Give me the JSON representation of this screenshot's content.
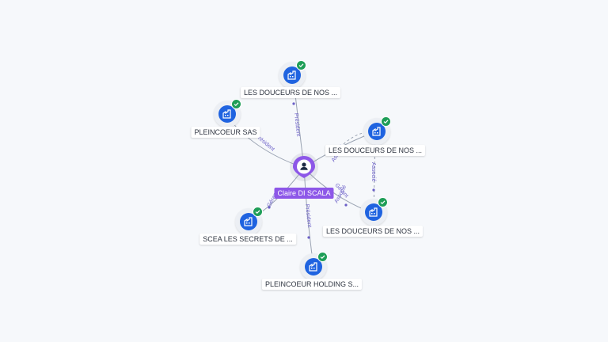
{
  "center": {
    "name": "Claire DI SCALA",
    "icon": "person-icon",
    "color": "#8d57e8"
  },
  "companies": [
    {
      "id": "c1",
      "label": "LES DOUCEURS DE NOS ...",
      "icon": "company-icon",
      "verified": true
    },
    {
      "id": "c2",
      "label": "PLEINCOEUR SAS",
      "icon": "company-icon",
      "verified": true
    },
    {
      "id": "c3",
      "label": "LES DOUCEURS DE NOS ...",
      "icon": "company-icon",
      "verified": true
    },
    {
      "id": "c4",
      "label": "SCEA LES SECRETS DE ...",
      "icon": "company-icon",
      "verified": true
    },
    {
      "id": "c5",
      "label": "LES DOUCEURS DE NOS ...",
      "icon": "company-icon",
      "verified": true
    },
    {
      "id": "c6",
      "label": "PLEINCOEUR HOLDING S...",
      "icon": "company-icon",
      "verified": true
    }
  ],
  "edges": [
    {
      "from": "center",
      "to": "c1",
      "label": "Président"
    },
    {
      "from": "center",
      "to": "c2",
      "label": "Président"
    },
    {
      "from": "center",
      "to": "c3",
      "label": "Associé"
    },
    {
      "from": "center",
      "to": "c4",
      "label": "Gérant"
    },
    {
      "from": "center",
      "to": "c5",
      "label": "Gérant"
    },
    {
      "from": "center",
      "to": "c5",
      "label": "Associé"
    },
    {
      "from": "center",
      "to": "c6",
      "label": "Président"
    },
    {
      "from": "c3",
      "to": "c5",
      "label": "Associé"
    }
  ],
  "colors": {
    "company": "#1f63e0",
    "verified": "#1e9e57",
    "edge_label": "#6b5fc7"
  }
}
